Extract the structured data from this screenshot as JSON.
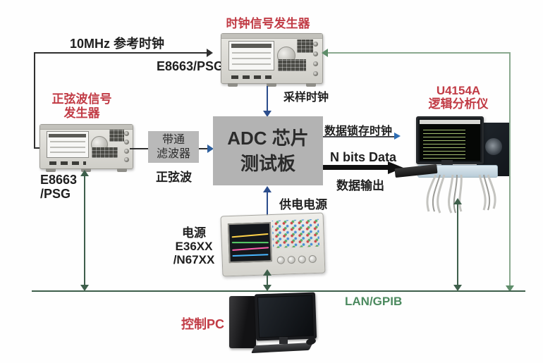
{
  "nodes": {
    "clock_generator": {
      "title": "时钟信号发生器",
      "model": "E8663/PSG"
    },
    "sine_generator": {
      "title_line1": "正弦波信号",
      "title_line2": "发生器",
      "model_line1": "E8663",
      "model_line2": "/PSG"
    },
    "bandpass_filter": {
      "label_line1": "带通",
      "label_line2": "滤波器"
    },
    "adc_board": {
      "label_line1": "ADC 芯片",
      "label_line2": "测试板"
    },
    "logic_analyzer": {
      "title_line1": "U4154A",
      "title_line2": "逻辑分析仪"
    },
    "power_supply": {
      "label_line1": "电源",
      "label_line2": "E36XX",
      "label_line3": "/N67XX"
    },
    "control_pc": {
      "label": "控制PC"
    }
  },
  "connections": {
    "ref_clock_label": "10MHz 参考时钟",
    "sampling_clock_label": "采样时钟",
    "sine_wave_label": "正弦波",
    "data_latch_clock_label": "数据锁存时钟",
    "n_bits_data_label": "N bits Data",
    "data_output_label": "数据输出",
    "power_label": "供电电源",
    "bus_label": "LAN/GPIB"
  },
  "colors": {
    "red_label": "#c13b45",
    "dark_line": "#2f2f2f",
    "blue_arrow": "#2b4d8c",
    "green_dark": "#3e5f4b",
    "green_light": "#8aa98f",
    "green_text": "#4c8a5f",
    "box_gray": "#b3b3b3"
  }
}
